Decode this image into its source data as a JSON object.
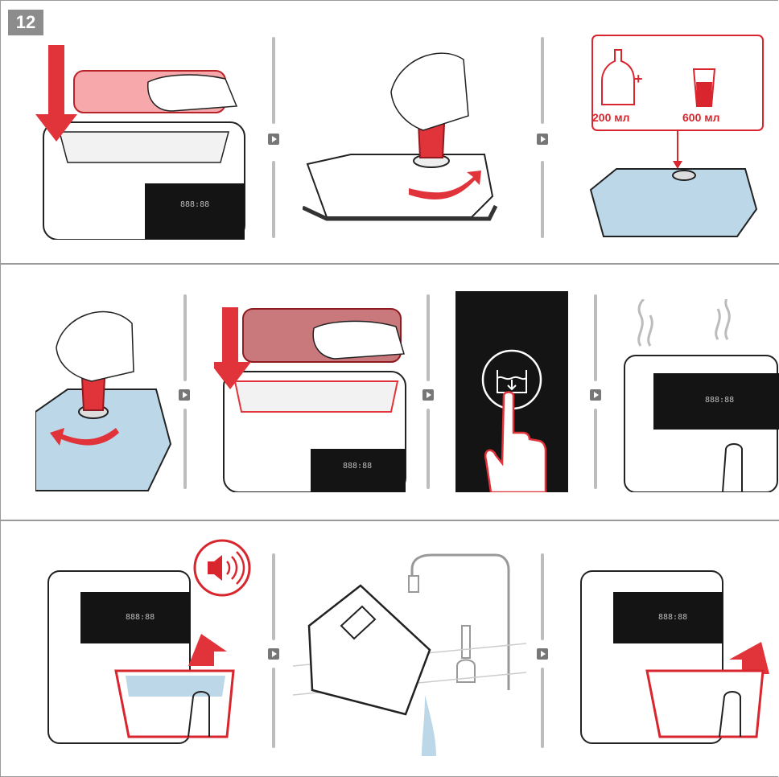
{
  "step_number": "12",
  "measure": {
    "bottle_volume": "200 мл",
    "plus_sign": "+",
    "cup_volume": "600 мл"
  },
  "display": {
    "digits": "888:88",
    "cleaning_icon": "descale-water-icon"
  },
  "icons": {
    "sound": "speaker-sound-icon",
    "next": "next-step-arrow-icon",
    "remove": "lift-up-arrow-icon",
    "install": "push-down-arrow-icon",
    "rotate": "rotate-arrow-icon"
  },
  "colors": {
    "accent_red": "#d9262e",
    "water_blue": "#bcd8e8",
    "panel_black": "#141414",
    "badge_gray": "#8c8c8c"
  }
}
